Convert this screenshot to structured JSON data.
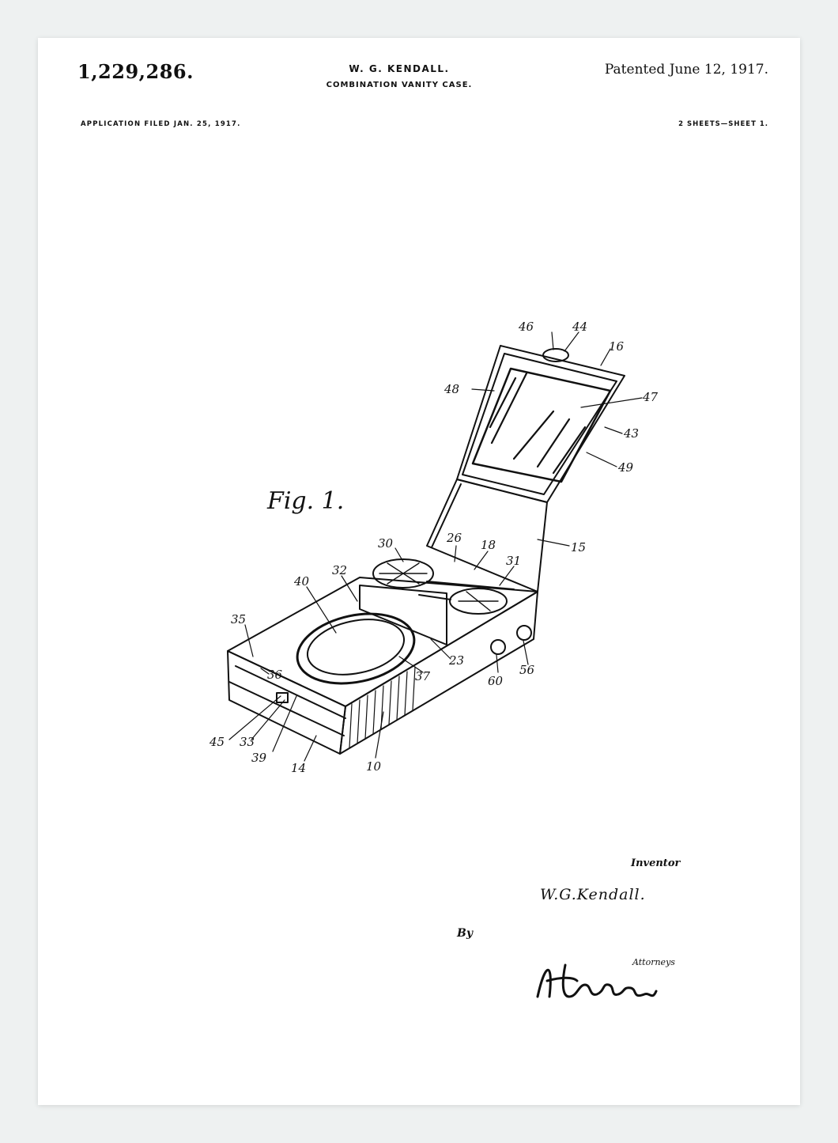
{
  "patent": {
    "number": "1,229,286.",
    "inventor": "W. G. KENDALL.",
    "title": "COMBINATION VANITY CASE.",
    "patented": "Patented June 12, 1917.",
    "application": "APPLICATION FILED JAN. 25, 1917.",
    "sheets": "2 SHEETS—SHEET 1."
  },
  "figure": {
    "label": "Fig. 1.",
    "reference_numerals": [
      "46",
      "44",
      "16",
      "48",
      "47",
      "43",
      "49",
      "30",
      "26",
      "18",
      "31",
      "15",
      "40",
      "32",
      "35",
      "36",
      "37",
      "23",
      "60",
      "56",
      "45",
      "33",
      "39",
      "14",
      "10"
    ]
  },
  "signature": {
    "inventor_caption": "Inventor",
    "inventor_name": "W.G.Kendall.",
    "by": "By",
    "attorney_caption": "Attorneys"
  }
}
